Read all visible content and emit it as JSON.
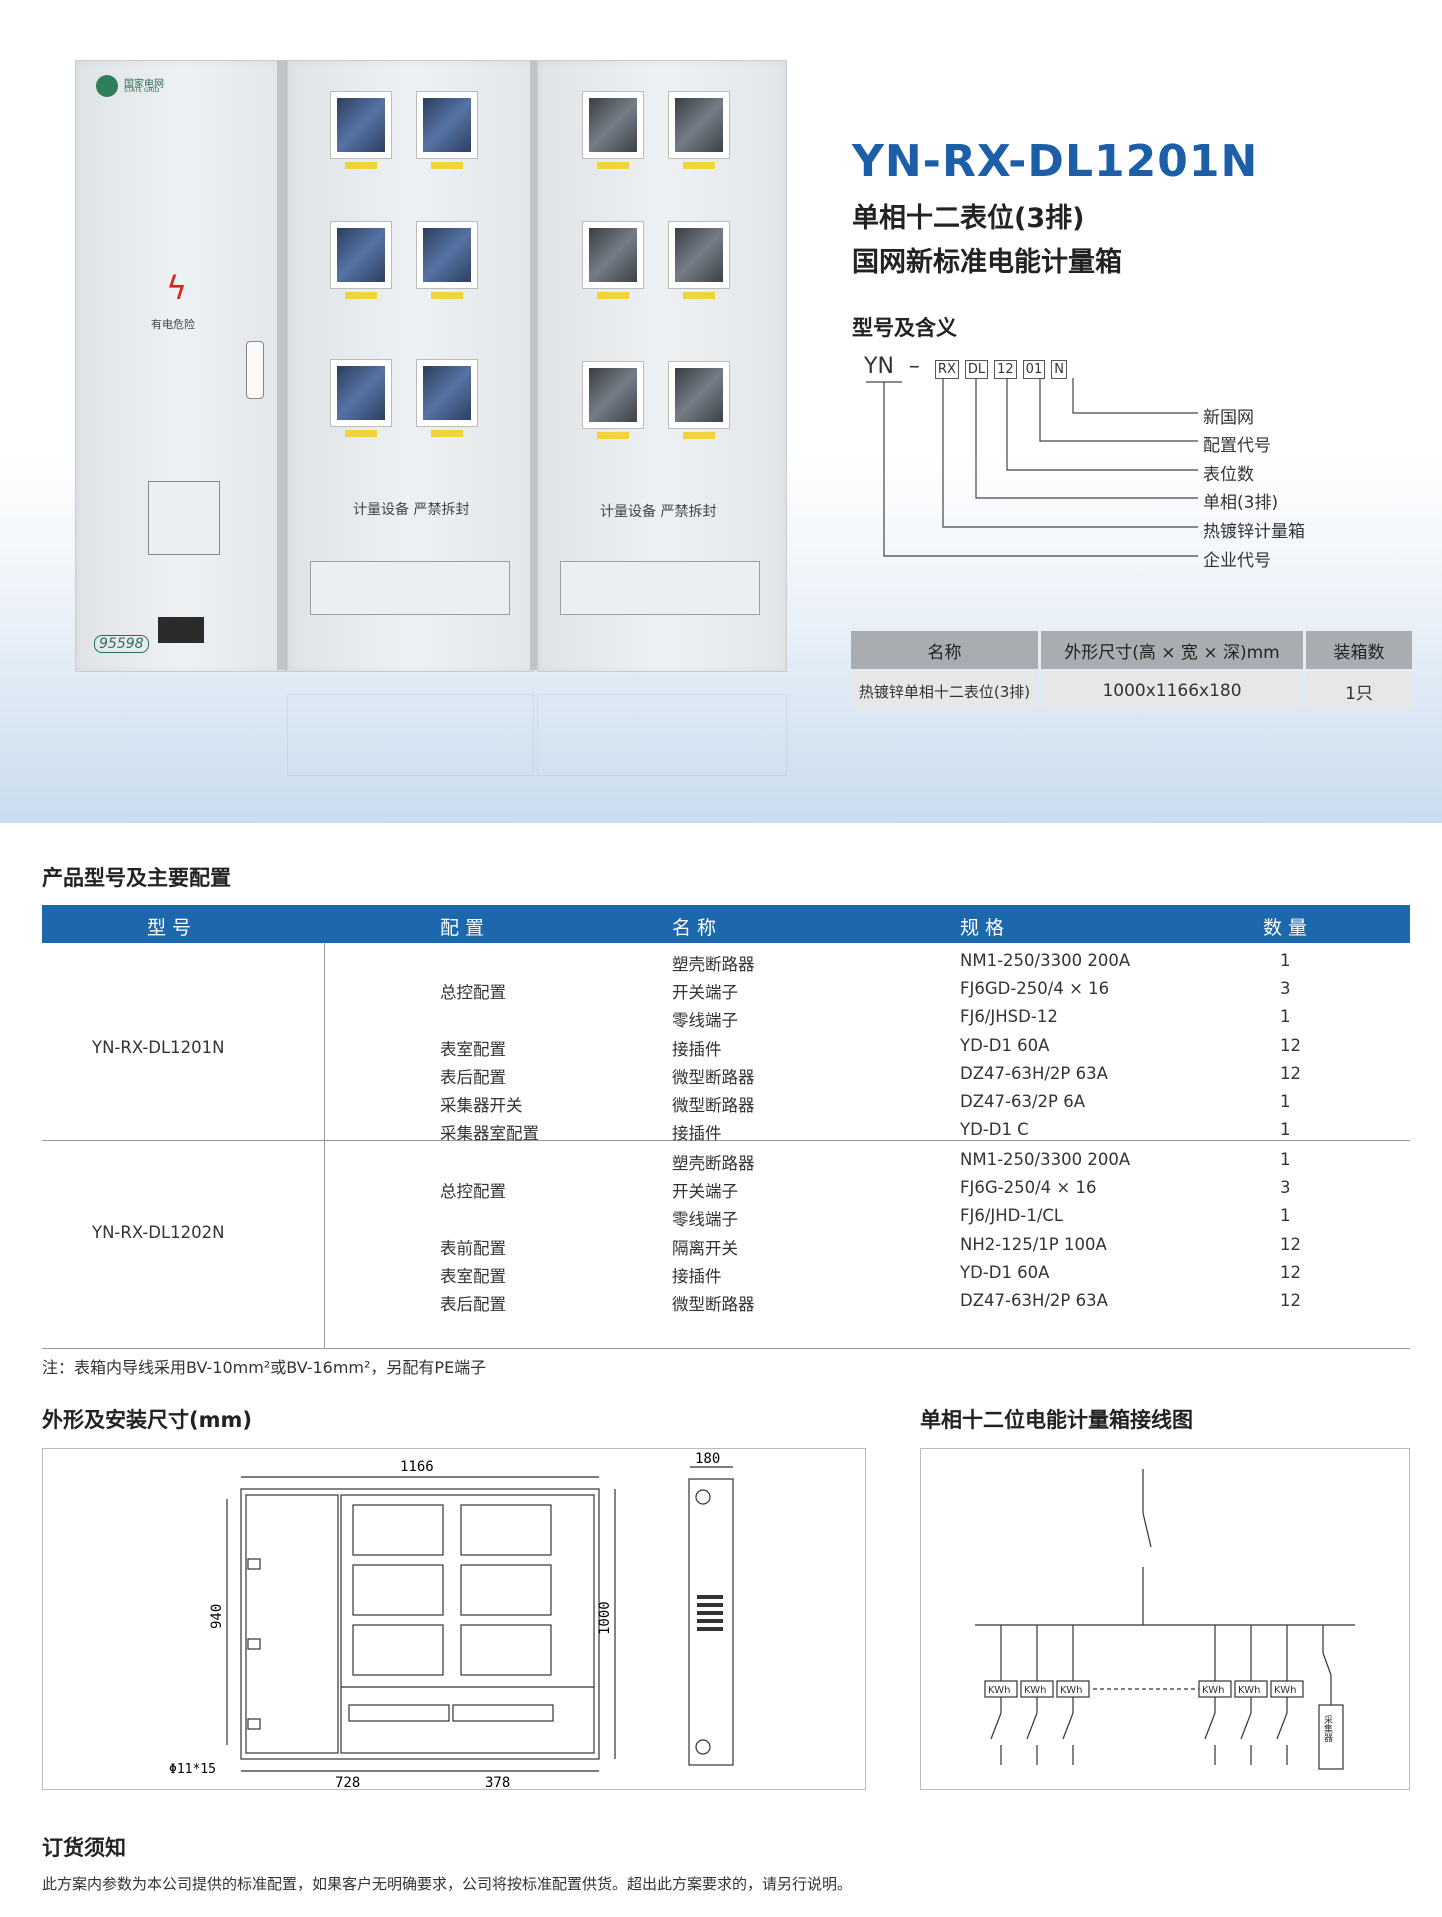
{
  "hero": {
    "logo_text": "国家电网",
    "logo_sub": "STATE GRID",
    "danger_label": "有电危险",
    "hotline": "95598",
    "seal_label_1": "计量设备 严禁拆封",
    "seal_label_2": "计量设备 严禁拆封"
  },
  "product": {
    "model": "YN-RX-DL1201N",
    "subtitle1": "单相十二表位(3排)",
    "subtitle2": "国网新标准电能计量箱"
  },
  "meaning": {
    "title": "型号及含义",
    "prefix": "YN",
    "dash": "–",
    "codes": [
      "RX",
      "DL",
      "12",
      "01",
      "N"
    ],
    "labels": [
      "新国网",
      "配置代号",
      "表位数",
      "单相(3排)",
      "热镀锌计量箱",
      "企业代号"
    ]
  },
  "spec_table": {
    "headers": [
      "名称",
      "外形尺寸(高 × 宽 × 深)mm",
      "装箱数"
    ],
    "row": [
      "热镀锌单相十二表位(3排)",
      "1000x1166x180",
      "1只"
    ]
  },
  "config": {
    "section_title": "产品型号及主要配置",
    "headers": [
      "型 号",
      "配 置",
      "名 称",
      "规 格",
      "数 量"
    ],
    "groups": [
      {
        "model": "YN-RX-DL1201N",
        "rows": [
          {
            "cfg": "",
            "name": "塑壳断路器",
            "spec": "NM1-250/3300 200A",
            "qty": "1"
          },
          {
            "cfg": "总控配置",
            "name": "开关端子",
            "spec": "FJ6GD-250/4 × 16",
            "qty": "3"
          },
          {
            "cfg": "",
            "name": "零线端子",
            "spec": "FJ6/JHSD-12",
            "qty": "1"
          },
          {
            "cfg": "表室配置",
            "name": "接插件",
            "spec": "YD-D1 60A",
            "qty": "12"
          },
          {
            "cfg": "表后配置",
            "name": "微型断路器",
            "spec": "DZ47-63H/2P 63A",
            "qty": "12"
          },
          {
            "cfg": "采集器开关",
            "name": "微型断路器",
            "spec": "DZ47-63/2P 6A",
            "qty": "1"
          },
          {
            "cfg": "采集器室配置",
            "name": "接插件",
            "spec": "YD-D1 C",
            "qty": "1"
          }
        ]
      },
      {
        "model": "YN-RX-DL1202N",
        "rows": [
          {
            "cfg": "",
            "name": "塑壳断路器",
            "spec": "NM1-250/3300 200A",
            "qty": "1"
          },
          {
            "cfg": "总控配置",
            "name": "开关端子",
            "spec": "FJ6G-250/4 × 16",
            "qty": "3"
          },
          {
            "cfg": "",
            "name": "零线端子",
            "spec": "FJ6/JHD-1/CL",
            "qty": "1"
          },
          {
            "cfg": "表前配置",
            "name": "隔离开关",
            "spec": "NH2-125/1P 100A",
            "qty": "12"
          },
          {
            "cfg": "表室配置",
            "name": "接插件",
            "spec": "YD-D1 60A",
            "qty": "12"
          },
          {
            "cfg": "表后配置",
            "name": "微型断路器",
            "spec": "DZ47-63H/2P 63A",
            "qty": "12"
          }
        ]
      }
    ],
    "note": "注：表箱内导线采用BV-10mm²或BV-16mm²，另配有PE端子"
  },
  "dimensions": {
    "title": "外形及安装尺寸(mm)",
    "width": "1166",
    "depth": "180",
    "inner_height": "940",
    "height": "1000",
    "left_width": "728",
    "right_width": "378",
    "hole": "Φ11*15"
  },
  "wiring": {
    "title": "单相十二位电能计量箱接线图",
    "meter_label": "KWh",
    "collector_label": "采集器"
  },
  "ordering": {
    "title": "订货须知",
    "text": "此方案内参数为本公司提供的标准配置，如果客户无明确要求，公司将按标准配置供货。超出此方案要求的，请另行说明。"
  }
}
